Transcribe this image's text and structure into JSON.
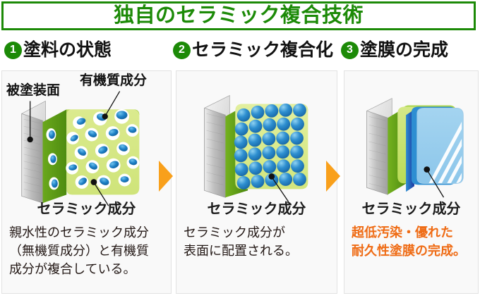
{
  "title": {
    "text": "独自のセラミック複合技術",
    "color": "#1c8a07"
  },
  "theme": {
    "green": "#1c8a07",
    "orange_arrow": "#f9a01b",
    "highlight_orange": "#ef6b14",
    "panel_bg": "#f9f9f9",
    "panel_border": "#e2e2e2",
    "text": "#231815"
  },
  "steps": [
    {
      "number": "1",
      "label": "塗料の状態"
    },
    {
      "number": "2",
      "label": "セラミック複合化"
    },
    {
      "number": "3",
      "label": "塗膜の完成"
    }
  ],
  "panels": [
    {
      "diagram_labels": {
        "top_left": "被塗装面",
        "top_right": "有機質成分"
      },
      "caption": "セラミック成分",
      "body_lines": [
        "親水性のセラミック成分",
        "（無機質成分）と有機質",
        "成分が複合している。"
      ]
    },
    {
      "diagram_labels": {},
      "caption": "セラミック成分",
      "body_lines": [
        "セラミック成分が",
        "表面に配置される。"
      ]
    },
    {
      "diagram_labels": {},
      "caption": "セラミック成分",
      "body_lines": [
        "超低汚染・優れた",
        "耐久性塗膜の完成。"
      ]
    }
  ],
  "arrows": [
    {
      "name": "arrow-step1-to-step2",
      "direction": "right"
    },
    {
      "name": "arrow-step2-to-step3",
      "direction": "right"
    }
  ]
}
